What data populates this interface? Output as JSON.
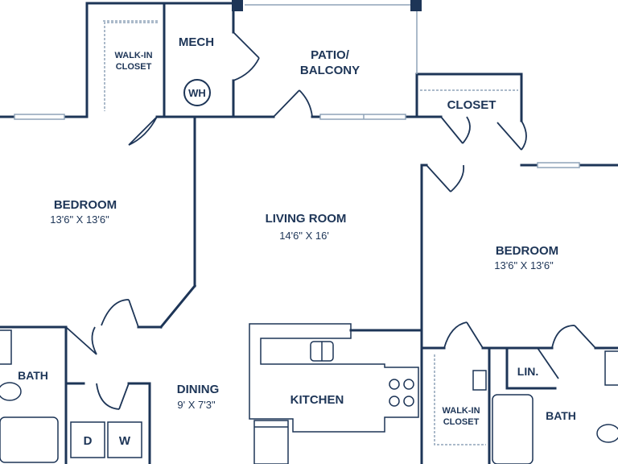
{
  "colors": {
    "wall": "#1d3557",
    "fixture": "#8fa3b8",
    "background": "#ffffff"
  },
  "rooms": {
    "walk_in_closet_top": {
      "line1": "WALK-IN",
      "line2": "CLOSET"
    },
    "mech": "MECH",
    "water_heater": "WH",
    "patio": {
      "line1": "PATIO/",
      "line2": "BALCONY"
    },
    "closet": "CLOSET",
    "bedroom_left": {
      "name": "BEDROOM",
      "size": "13'6\" X 13'6\""
    },
    "living_room": {
      "name": "LIVING ROOM",
      "size": "14'6\" X 16'"
    },
    "bedroom_right": {
      "name": "BEDROOM",
      "size": "13'6\" X 13'6\""
    },
    "bath_left": "BATH",
    "dining": {
      "name": "DINING",
      "size": "9' X 7'3\""
    },
    "kitchen": "KITCHEN",
    "dryer": "D",
    "washer": "W",
    "walk_in_closet_bottom": {
      "line1": "WALK-IN",
      "line2": "CLOSET"
    },
    "linen": "LIN.",
    "bath_right": "BATH"
  }
}
